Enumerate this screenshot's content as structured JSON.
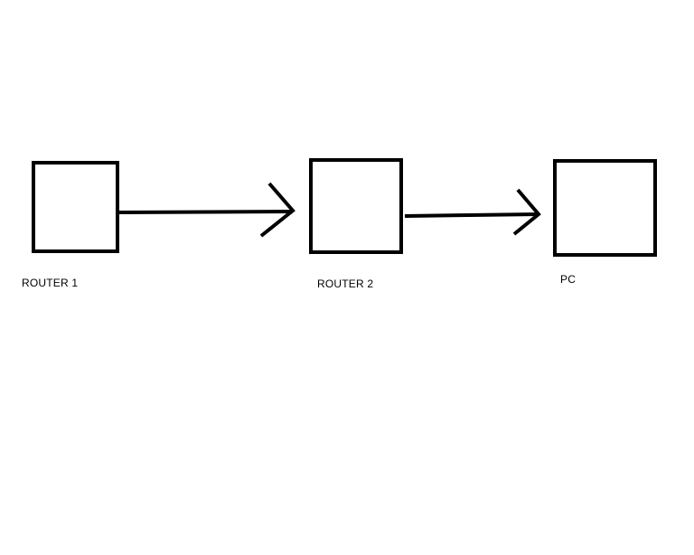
{
  "diagram": {
    "nodes": [
      {
        "id": "router1",
        "label": "ROUTER 1"
      },
      {
        "id": "router2",
        "label": "ROUTER 2"
      },
      {
        "id": "pc",
        "label": "PC"
      }
    ],
    "edges": [
      {
        "from": "router1",
        "to": "router2",
        "directed": true
      },
      {
        "from": "router2",
        "to": "pc",
        "directed": true
      }
    ]
  },
  "colors": {
    "stroke": "#000000",
    "background": "#ffffff"
  }
}
